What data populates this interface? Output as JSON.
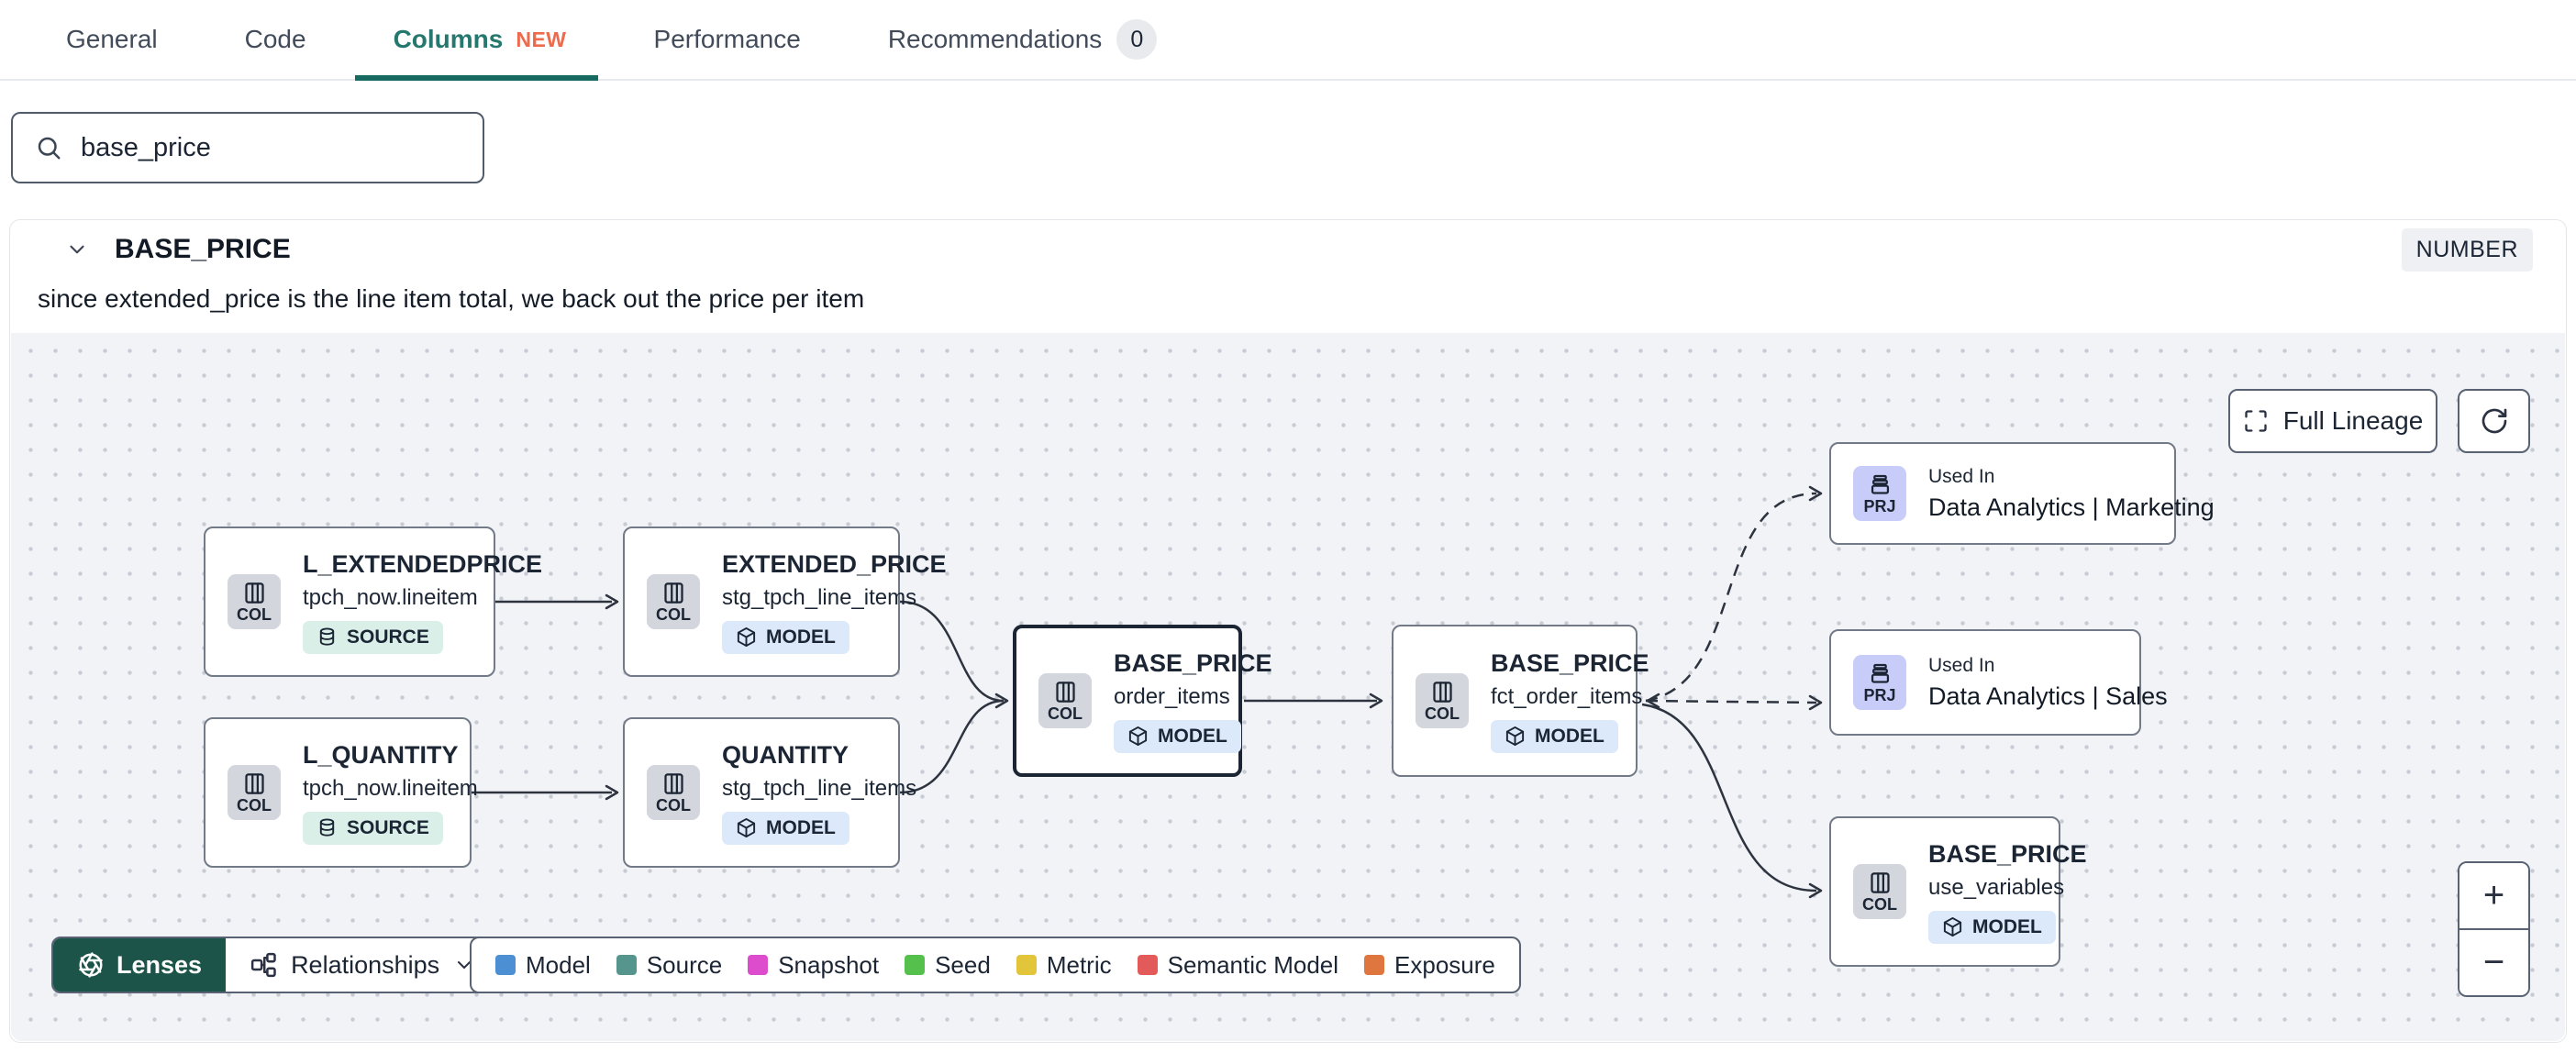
{
  "tabs": {
    "items": [
      {
        "label": "General"
      },
      {
        "label": "Code"
      },
      {
        "label": "Columns",
        "badge": "NEW",
        "active": true
      },
      {
        "label": "Performance"
      },
      {
        "label": "Recommendations",
        "count": "0"
      }
    ]
  },
  "search": {
    "value": "base_price"
  },
  "column_card": {
    "name": "BASE_PRICE",
    "type_badge": "NUMBER",
    "description": "since extended_price is the line item total, we back out the price per item"
  },
  "lineage": {
    "controls": {
      "full_lineage_label": "Full Lineage",
      "zoom_in": "+",
      "zoom_out": "−"
    },
    "nodes": [
      {
        "chip": "COL",
        "title": "L_EXTENDEDPRICE",
        "subtitle": "tpch_now.lineitem",
        "badge": "SOURCE"
      },
      {
        "chip": "COL",
        "title": "L_QUANTITY",
        "subtitle": "tpch_now.lineitem",
        "badge": "SOURCE"
      },
      {
        "chip": "COL",
        "title": "EXTENDED_PRICE",
        "subtitle": "stg_tpch_line_items",
        "badge": "MODEL"
      },
      {
        "chip": "COL",
        "title": "QUANTITY",
        "subtitle": "stg_tpch_line_items",
        "badge": "MODEL"
      },
      {
        "chip": "COL",
        "title": "BASE_PRICE",
        "subtitle": "order_items",
        "badge": "MODEL",
        "selected": true
      },
      {
        "chip": "COL",
        "title": "BASE_PRICE",
        "subtitle": "fct_order_items",
        "badge": "MODEL"
      },
      {
        "chip": "PRJ",
        "used_in": "Used In",
        "title": "Data Analytics | Marketing"
      },
      {
        "chip": "PRJ",
        "used_in": "Used In",
        "title": "Data Analytics | Sales"
      },
      {
        "chip": "COL",
        "title": "BASE_PRICE",
        "subtitle": "use_variables",
        "badge": "MODEL"
      }
    ],
    "footer": {
      "lenses_label": "Lenses",
      "relationships_label": "Relationships",
      "legend": [
        {
          "label": "Model",
          "color": "#4c8fd3"
        },
        {
          "label": "Source",
          "color": "#55958d"
        },
        {
          "label": "Snapshot",
          "color": "#dd4ccc"
        },
        {
          "label": "Seed",
          "color": "#55c14c"
        },
        {
          "label": "Metric",
          "color": "#e2c53a"
        },
        {
          "label": "Semantic Model",
          "color": "#e25a5a"
        },
        {
          "label": "Exposure",
          "color": "#e0763f"
        }
      ]
    }
  },
  "colors": {
    "active_tab_teal": "#26786e",
    "underline_teal": "#176a60",
    "new_orange": "#ee6a4d",
    "lenses_green": "#1d5449",
    "source_badge_bg": "#d9efe8",
    "model_badge_bg": "#dbe9fb",
    "col_chip_bg": "#d3d6dd",
    "prj_chip_bg": "#c7ccf8",
    "canvas_bg": "#f2f3f6"
  }
}
